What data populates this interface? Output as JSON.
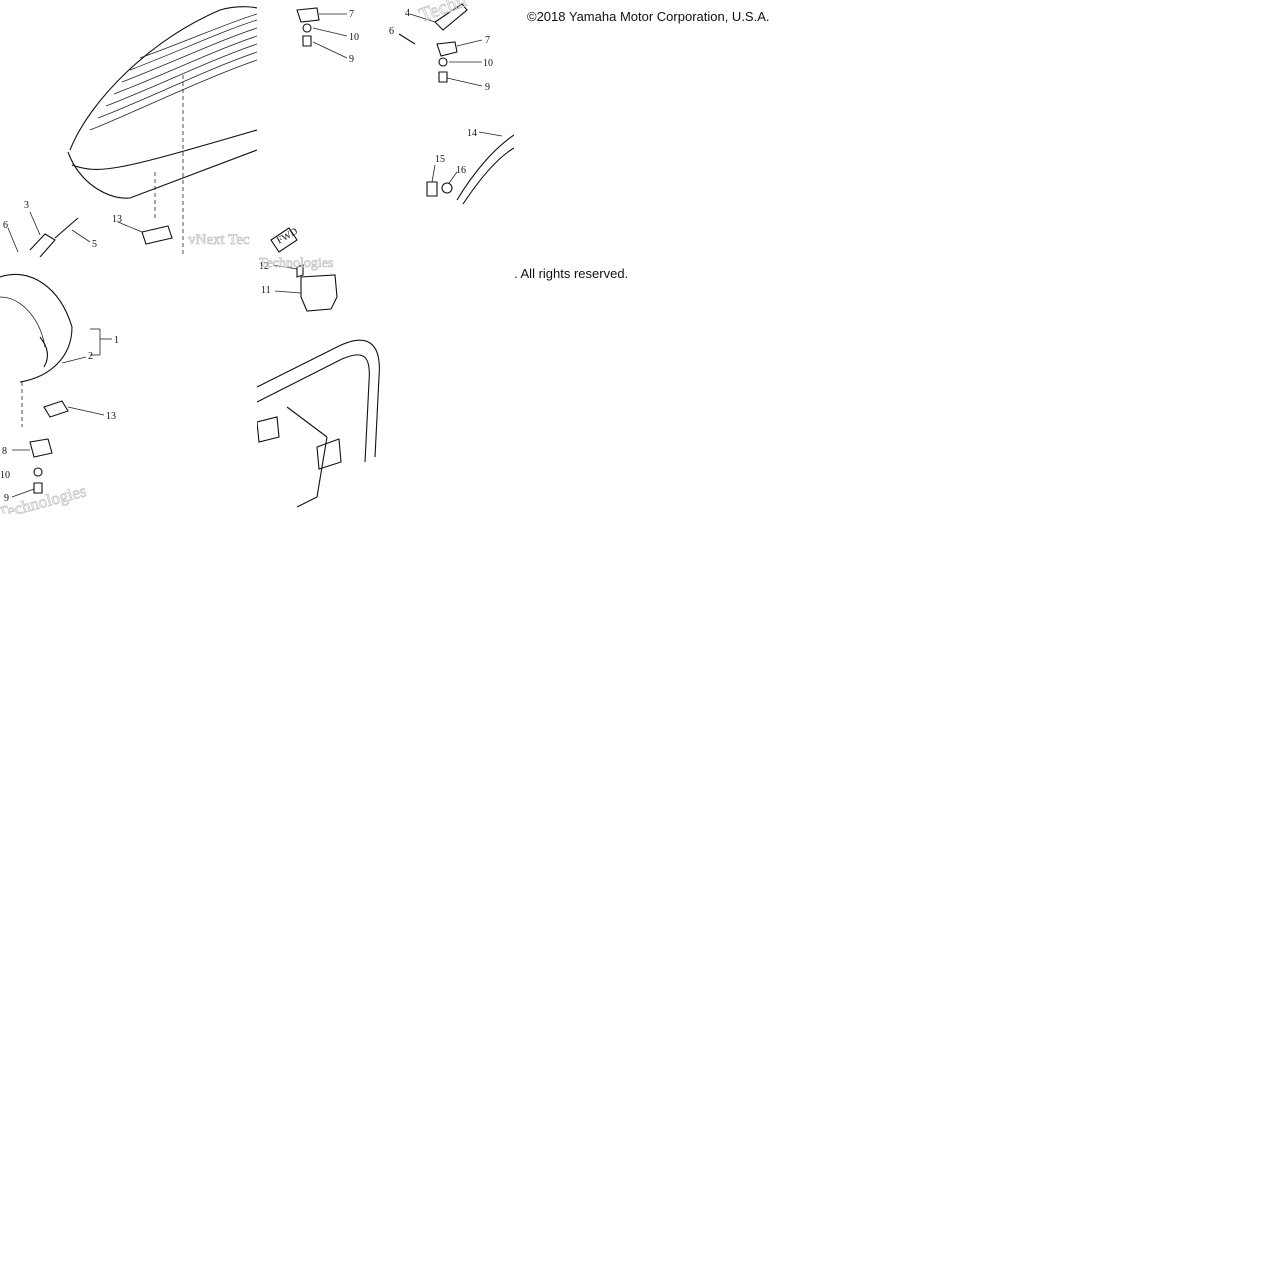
{
  "copyright": {
    "line1": "©2018 Yamaha Motor Corporation, U.S.A.",
    "line2": ". All rights reserved."
  },
  "watermark": {
    "line1": "vNext Tec",
    "line2": "Technologies",
    "line3": "Techn"
  },
  "arrow_label": "FWD",
  "callouts": {
    "c1": "1",
    "c2": "2",
    "c3": "3",
    "c4": "4",
    "c5": "5",
    "c6": "6",
    "c7": "7",
    "c8": "8",
    "c9": "9",
    "c10": "10",
    "c11": "11",
    "c12": "12",
    "c13": "13",
    "c14": "14",
    "c15": "15",
    "c16": "16"
  }
}
